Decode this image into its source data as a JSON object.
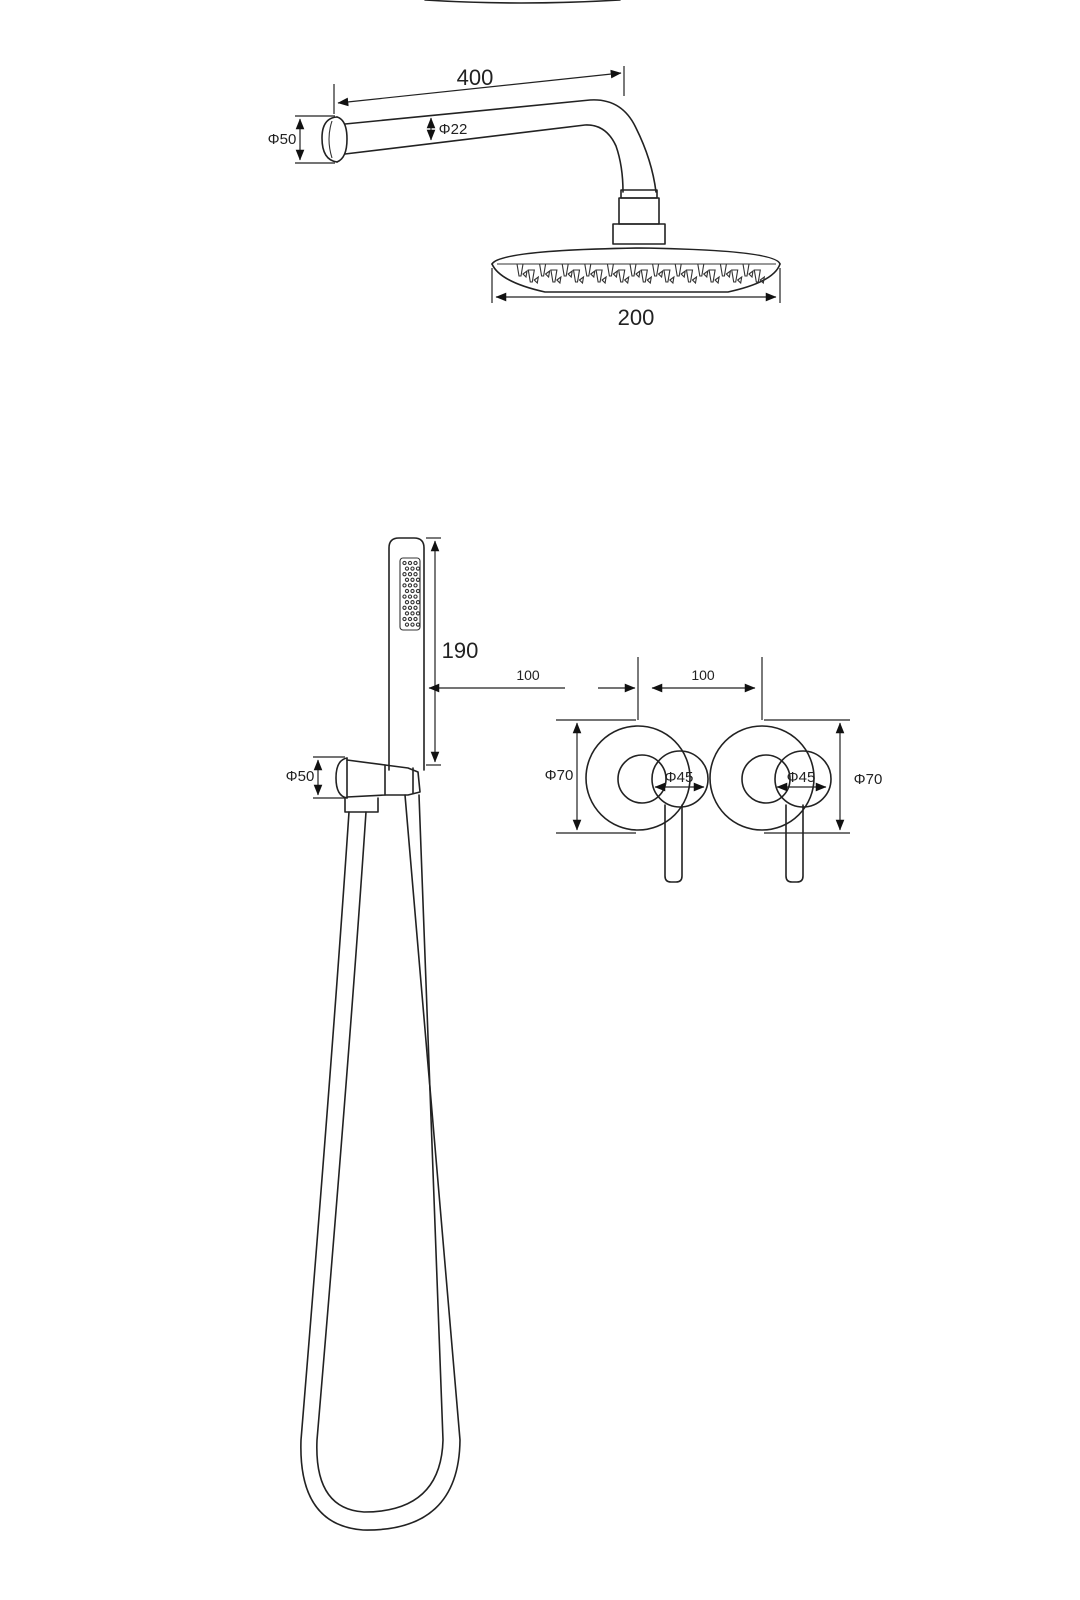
{
  "dimensions": {
    "arm_length": "400",
    "wall_flange_dia": "Φ50",
    "arm_dia": "Φ22",
    "head_dia": "200",
    "handshower_length": "190",
    "bracket_dia": "Φ50",
    "spacing_1": "100",
    "spacing_2": "100",
    "left_plate_dia": "Φ70",
    "left_knob_dia": "Φ45",
    "right_knob_dia": "Φ45",
    "right_plate_dia": "Φ70"
  }
}
